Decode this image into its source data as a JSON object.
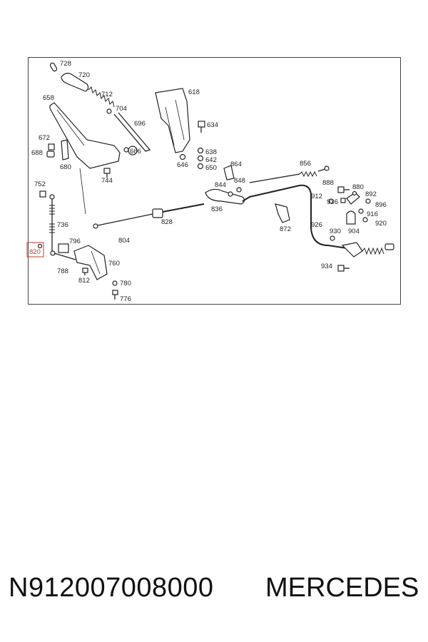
{
  "diagram": {
    "labels": {
      "p728": "728",
      "p720": "720",
      "p712": "712",
      "p704": "704",
      "p696": "696",
      "p658": "658",
      "p672": "672",
      "p688": "688",
      "p680": "680",
      "p666": "666",
      "p744": "744",
      "p618": "618",
      "p634": "634",
      "p638": "638",
      "p642": "642",
      "p646": "646",
      "p650": "650",
      "p752": "752",
      "p736": "736",
      "p796": "796",
      "p820": "820",
      "p788": "788",
      "p812": "812",
      "p760": "760",
      "p780": "780",
      "p776": "776",
      "p804": "804",
      "p828": "828",
      "p836": "836",
      "p844": "844",
      "p848": "848",
      "p864": "864",
      "p856": "856",
      "p872": "872",
      "p888": "888",
      "p880": "880",
      "p912": "912",
      "p892": "892",
      "p936": "936",
      "p896": "896",
      "p916": "916",
      "p920": "920",
      "p926": "926",
      "p930": "930",
      "p904": "904",
      "p934": "934"
    },
    "highlighted_part": "820",
    "highlight_color": "#c0392b"
  },
  "footer": {
    "part_number": "N912007008000",
    "brand": "MERCEDES"
  }
}
